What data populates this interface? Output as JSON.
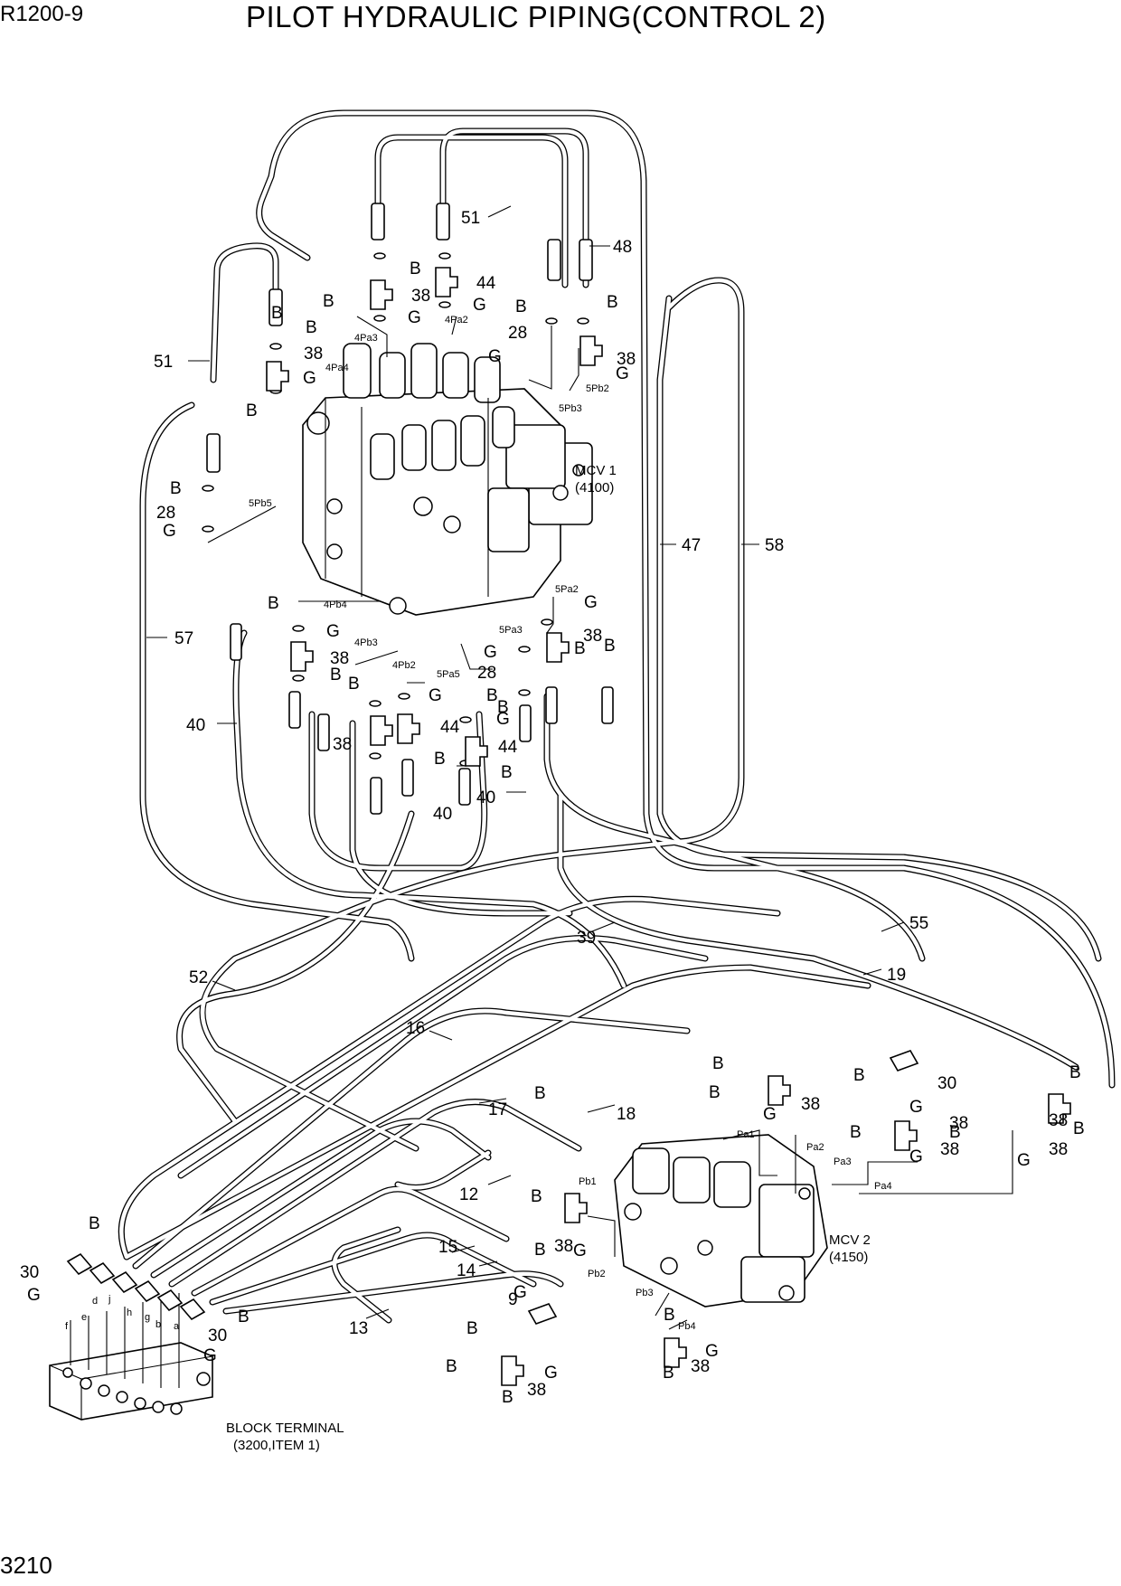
{
  "header": {
    "model": "R1200-9",
    "title": "PILOT HYDRAULIC PIPING(CONTROL 2)"
  },
  "footer": {
    "page_number": "3210"
  },
  "components": {
    "mcv1": {
      "name": "MCV 1",
      "code": "(4100)"
    },
    "mcv2": {
      "name": "MCV 2",
      "code": "(4150)"
    },
    "block_terminal": {
      "name": "BLOCK TERMINAL",
      "ref": "(3200,ITEM 1)"
    }
  },
  "callouts": {
    "n51a": "51",
    "n51b": "51",
    "n48": "48",
    "n47": "47",
    "n58": "58",
    "n57": "57",
    "n40a": "40",
    "n40b": "40",
    "n40c": "40",
    "n39": "39",
    "n52": "52",
    "n55": "55",
    "n19": "19",
    "n16": "16",
    "n17": "17",
    "n18": "18",
    "n12": "12",
    "n15": "15",
    "n14": "14",
    "n13": "13",
    "n9": "9",
    "n28a": "28",
    "n28b": "28",
    "n28c": "28",
    "n38a": "38",
    "n38b": "38",
    "n38c": "38",
    "n38d": "38",
    "n38e": "38",
    "n38f": "38",
    "n38g": "38",
    "n38h": "38",
    "n38i": "38",
    "n38j": "38",
    "n38k": "38",
    "n38l": "38",
    "n38m": "38",
    "n38n": "38",
    "n44a": "44",
    "n44b": "44",
    "n44c": "44",
    "n30a": "30",
    "n30b": "30",
    "n30c": "30"
  },
  "letters": {
    "B": "B",
    "G": "G"
  },
  "ports": {
    "p4Pa3": "4Pa3",
    "p4Pa2": "4Pa2",
    "p4Pa4": "4Pa4",
    "p5Pb2": "5Pb2",
    "p5Pb3": "5Pb3",
    "p5Pb5": "5Pb5",
    "p5Pa2": "5Pa2",
    "p4Pb4": "4Pb4",
    "p4Pb3": "4Pb3",
    "p5Pa3": "5Pa3",
    "p4Pb2": "4Pb2",
    "p5Pa5": "5Pa5",
    "pPa1": "Pa1",
    "pPa2": "Pa2",
    "pPa3": "Pa3",
    "pPa4": "Pa4",
    "pPb1": "Pb1",
    "pPb2": "Pb2",
    "pPb3": "Pb3",
    "pPb4": "Pb4"
  },
  "terminal_letters": [
    "f",
    "e",
    "d",
    "j",
    "h",
    "g",
    "b",
    "a"
  ]
}
